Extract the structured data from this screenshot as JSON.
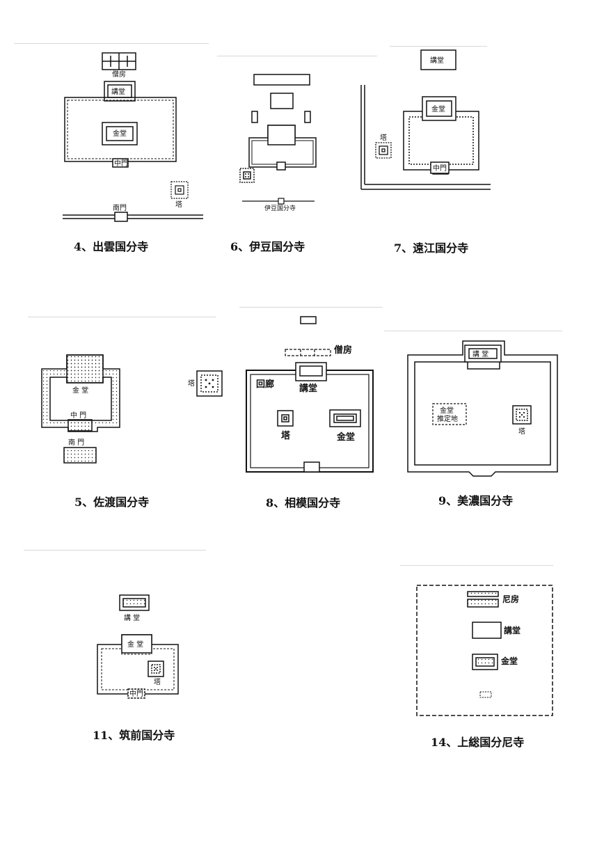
{
  "captions": {
    "p4": "4、出雲国分寺",
    "p6": "6、伊豆国分寺",
    "p7": "7、遠江国分寺",
    "p5": "5、佐渡国分寺",
    "p8": "8、相模国分寺",
    "p9": "9、美濃国分寺",
    "p11": "11、筑前国分寺",
    "p14": "14、上総国分尼寺"
  },
  "labels": {
    "p4": {
      "sobo": "僧房",
      "kodo": "講堂",
      "kondo": "金堂",
      "chumon": "中門",
      "to": "塔",
      "nandaimon": "南門"
    },
    "p6": {
      "site": "伊豆国分寺"
    },
    "p7": {
      "kodo": "講堂",
      "kondo": "金堂",
      "to": "塔",
      "chumon": "中門"
    },
    "p5": {
      "kondo": "金 堂",
      "chumon": "中 門",
      "nandaimon": "南 門",
      "to": "塔"
    },
    "p8": {
      "sobo": "僧房",
      "kairo": "回廊",
      "kodo": "講堂",
      "to": "塔",
      "kondo": "金堂"
    },
    "p9": {
      "kodo": "講 堂",
      "kondo_1": "金堂",
      "kondo_2": "推定地",
      "to": "塔"
    },
    "p11": {
      "kodo": "講 堂",
      "kondo": "金 堂",
      "to": "塔",
      "chumon": "中門"
    },
    "p14": {
      "nibo": "尼房",
      "kodo": "講堂",
      "kondo": "金堂"
    }
  },
  "colors": {
    "ink": "#111111",
    "rule": "#d8d8d8",
    "paper": "#ffffff"
  }
}
